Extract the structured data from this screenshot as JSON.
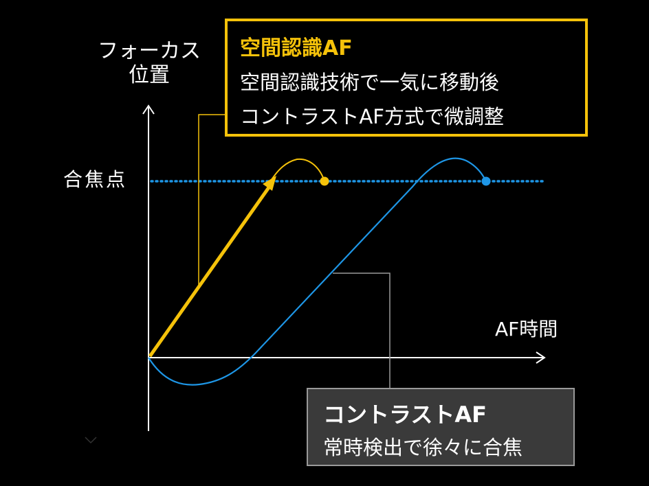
{
  "labels": {
    "y_axis_line1": "フォーカス",
    "y_axis_line2": "位置",
    "focus_point": "合焦点",
    "x_axis": "AF時間"
  },
  "callouts": {
    "spatial": {
      "title": "空間認識AF",
      "line1": "空間認識技術で一気に移動後",
      "line2": "コントラストAF方式で微調整"
    },
    "contrast": {
      "title": "コントラストAF",
      "line1": "常時検出で徐々に合焦"
    }
  },
  "colors": {
    "background": "#000000",
    "axis": "#ffffff",
    "spatial_af": "#f5c20a",
    "contrast_af": "#1e96e6",
    "focus_line": "#1e96e6",
    "leader_gray": "#9a9a9a"
  }
}
